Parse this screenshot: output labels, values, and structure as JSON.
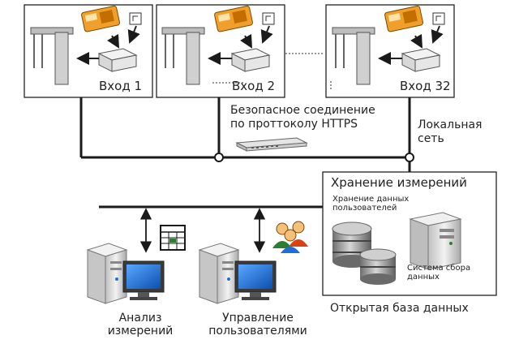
{
  "diagram": {
    "entries": [
      {
        "label": "Вход 1"
      },
      {
        "label": "Вход 2"
      },
      {
        "label": "Вход 32"
      }
    ],
    "secure_link": {
      "line1": "Безопасное соединение",
      "line2": "по проттоколу HTTPS"
    },
    "lan": {
      "line1": "Локальная",
      "line2": "сеть"
    },
    "storage": {
      "title": "Хранение измерений",
      "user_data_line1": "Хранение данных",
      "user_data_line2": "пользователей",
      "collector_line1": "Система сбора",
      "collector_line2": "данных"
    },
    "open_db": "Открытая база данных",
    "workstations": [
      {
        "line1": "Анализ",
        "line2": "измерений"
      },
      {
        "line1": "Управление",
        "line2": "пользователями"
      }
    ],
    "colors": {
      "line": "#1a1a1a",
      "panel_orange": "#f0a02a",
      "terminal_green": "#2e7d32",
      "screen_blue": "#1e6fd0",
      "server_gray": "#d9d9d9",
      "db_gray": "#8a8a8a"
    }
  }
}
